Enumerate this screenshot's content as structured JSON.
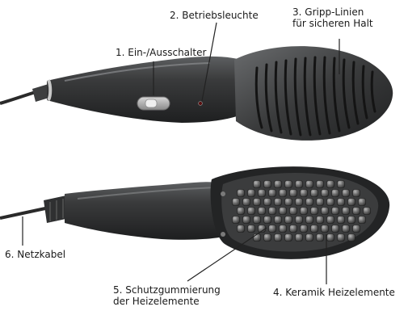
{
  "labels": {
    "power_switch": "1. Ein-/Ausschalter",
    "status_light": "2. Betriebsleuchte",
    "grip_lines": [
      "3. Gripp-Linien",
      "für sicheren Halt"
    ],
    "ceramic_elements": "4. Keramik Heizelemente",
    "protective_rubber": [
      "5. Schutzgummierung",
      "der Heizelemente"
    ],
    "power_cord": "6. Netzkabel"
  },
  "colors": {
    "body": "#2f3031",
    "body_highlight": "#5d5f61",
    "switch": "#9c9c9c",
    "leader": "#222222"
  }
}
